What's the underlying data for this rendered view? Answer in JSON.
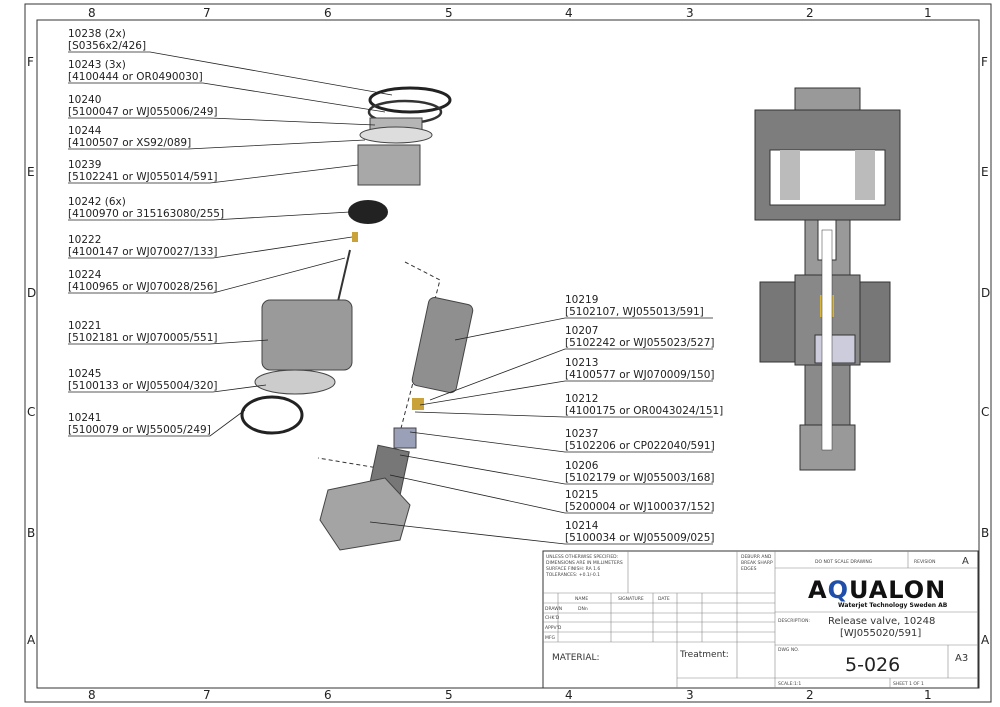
{
  "grid": {
    "columns": [
      "8",
      "7",
      "6",
      "5",
      "4",
      "3",
      "2",
      "1"
    ],
    "rows": [
      "F",
      "E",
      "D",
      "C",
      "B",
      "A"
    ]
  },
  "callouts_left": [
    {
      "id": "10238 (2x)",
      "part": "[S0356x2/426]"
    },
    {
      "id": "10243 (3x)",
      "part": "[4100444 or OR0490030]"
    },
    {
      "id": "10240",
      "part": "[5100047 or WJ055006/249]"
    },
    {
      "id": "10244",
      "part": "[4100507 or XS92/089]"
    },
    {
      "id": "10239",
      "part": "[5102241 or WJ055014/591]"
    },
    {
      "id": "10242 (6x)",
      "part": "[4100970 or 315163080/255]"
    },
    {
      "id": "10222",
      "part": "[4100147 or WJ070027/133]"
    },
    {
      "id": "10224",
      "part": "[4100965 or WJ070028/256]"
    },
    {
      "id": "10221",
      "part": "[5102181 or WJ070005/551]"
    },
    {
      "id": "10245",
      "part": "[5100133 or WJ055004/320]"
    },
    {
      "id": "10241",
      "part": "[5100079 or WJ55005/249]"
    }
  ],
  "callouts_right": [
    {
      "id": "10219",
      "part": "[5102107, WJ055013/591]"
    },
    {
      "id": "10207",
      "part": "[5102242 or WJ055023/527]"
    },
    {
      "id": "10213",
      "part": "[4100577 or WJ070009/150]"
    },
    {
      "id": "10212",
      "part": "[4100175 or OR0043024/151]"
    },
    {
      "id": "10237",
      "part": "[5102206 or CP022040/591]"
    },
    {
      "id": "10206",
      "part": "[5102179 or WJ055003/168]"
    },
    {
      "id": "10215",
      "part": "[5200004 or WJ100037/152]"
    },
    {
      "id": "10214",
      "part": "[5100034 or WJ055009/025]"
    }
  ],
  "title_block": {
    "notes": [
      "UNLESS OTHERWISE SPECIFIED:",
      "DIMENSIONS ARE IN MILLIMETERS",
      "SURFACE FINISH: RA 1.6",
      "TOLERANCES: +0.1/-0.1"
    ],
    "deburr": [
      "DEBURR AND",
      "BREAK SHARP",
      "EDGES"
    ],
    "headers": {
      "name": "NAME",
      "signature": "SIGNATURE",
      "date": "DATE"
    },
    "roles": [
      "DRAWN",
      "CHK'D",
      "APPV'D",
      "MFG"
    ],
    "drawn_name": "DNn",
    "material_label": "MATERIAL:",
    "treatment_label": "Treatment:",
    "do_not_scale": "DO NOT SCALE DRAWING",
    "revision_label": "REVISION",
    "revision": "A",
    "logo_text": "AQUALON",
    "logo_sub": "Waterjet Technology Sweden AB",
    "description_label": "DESCRIPTION:",
    "description_line1": "Release valve, 10248",
    "description_line2": "[WJ055020/591]",
    "dwg_no_label": "DWG NO.",
    "dwg_no": "5-026",
    "size": "A3",
    "scale": "SCALE:1:1",
    "sheet": "SHEET 1 OF 1"
  },
  "colors": {
    "logo_accent": "#1f4fa8",
    "metal": "#8e8e8e"
  }
}
